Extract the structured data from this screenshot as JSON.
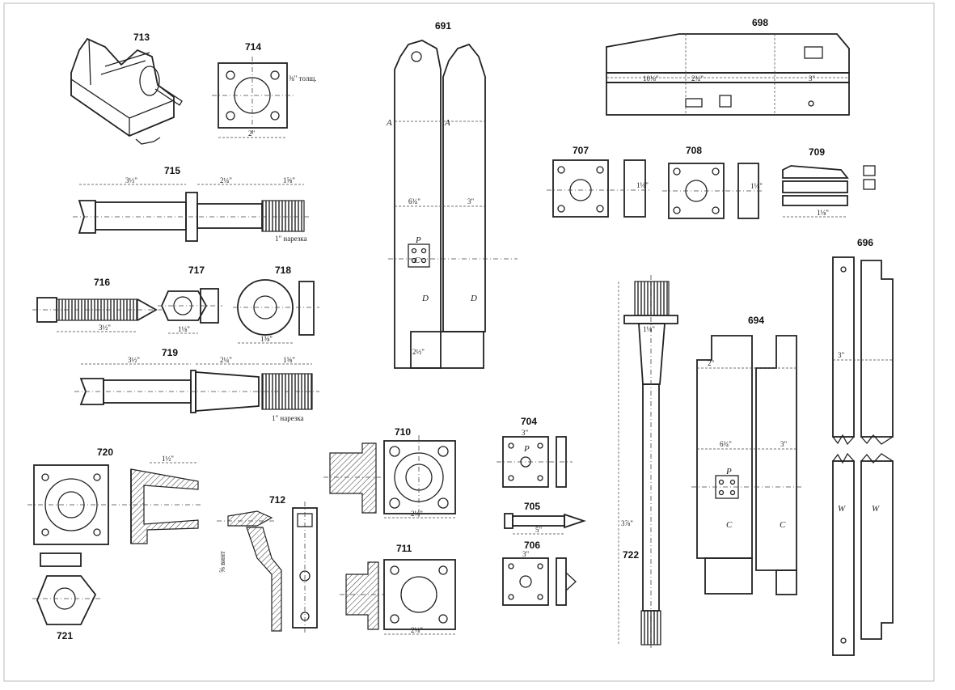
{
  "figures": {
    "f691": "691",
    "f694": "694",
    "f696": "696",
    "f698": "698",
    "f704": "704",
    "f705": "705",
    "f706": "706",
    "f707": "707",
    "f708": "708",
    "f709": "709",
    "f710": "710",
    "f711": "711",
    "f712": "712",
    "f713": "713",
    "f714": "714",
    "f715": "715",
    "f716": "716",
    "f717": "717",
    "f718": "718",
    "f719": "719",
    "f720": "720",
    "f721": "721",
    "f722": "722"
  },
  "labels": {
    "p691": "P",
    "c691": "C",
    "d691a": "D",
    "d691b": "D",
    "a691a": "A",
    "a691b": "A",
    "p694": "P",
    "c694a": "C",
    "c694b": "C",
    "w696a": "W",
    "w696b": "W",
    "p704": "P",
    "nar715": "1\" нарезка",
    "nar719": "1\" нарезка",
    "tol714": "⅜\" толщ.",
    "vint712": "⅝ винт"
  },
  "dims": {
    "d715a": "3½\"",
    "d715b": "2¼\"",
    "d715c": "1⅝\"",
    "d719a": "3½\"",
    "d719b": "2¼\"",
    "d719c": "1⅝\"",
    "d716a": "3½\"",
    "d717a": "1⅛\"",
    "d718a": "1⅜\"",
    "d714a": "2\"",
    "d704a": "3\"",
    "d705a": "5\"",
    "d706a": "3\"",
    "d710a": "2⅛\"",
    "d711a": "2⅛\"",
    "d720a": "1½\"",
    "d691a": "2½\"",
    "d691b": "6¾\"",
    "d691c": "3\"",
    "d694a": "6¾\"",
    "d694b": "3\"",
    "d694c": "2\"",
    "d698a": "10⅛\"",
    "d698b": "2¾\"",
    "d698c": "3\"",
    "d722a": "3⅞\"",
    "d722b": "1⅛\"",
    "d696a": "3\"",
    "d707a": "1⅛\"",
    "d708a": "1⅛\"",
    "d709a": "1⅛\""
  },
  "colors": {
    "ink": "#222222",
    "paper": "#ffffff"
  }
}
